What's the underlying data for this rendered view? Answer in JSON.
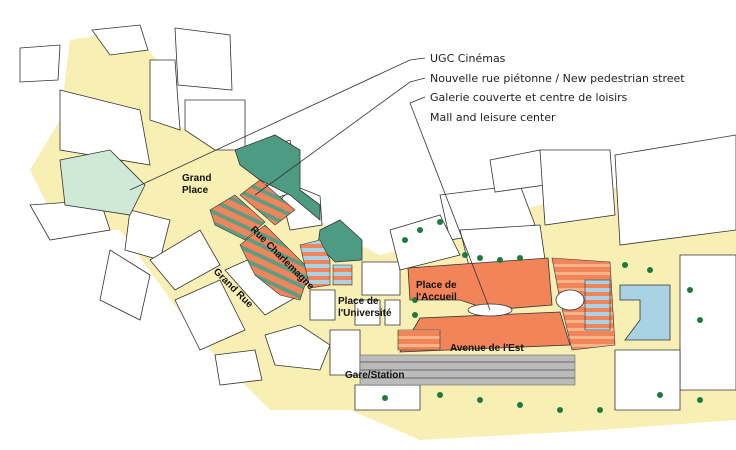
{
  "legend": [
    {
      "label": "UGC Cinémas"
    },
    {
      "label": "Nouvelle rue piétonne / New pedestrian street"
    },
    {
      "label": "Galerie couverte et centre de loisirs"
    },
    {
      "label": "Mall and leisure center"
    }
  ],
  "places": {
    "grand_place_1": "Grand",
    "grand_place_2": "Place",
    "rue_charlemagne": "Rue Charlemagne",
    "grand_rue": "Grand Rue",
    "place_universite_1": "Place de",
    "place_universite_2": "l'Université",
    "place_accueil_1": "Place de",
    "place_accueil_2": "l'Accueil",
    "avenue_est": "Avenue de l'Est",
    "gare": "Gare/Station"
  },
  "colors": {
    "pedestrian": "#f8efb4",
    "cinema": "#4e9b83",
    "mall": "#f2845a",
    "light_green": "#cfe9d6",
    "light_blue": "#a9d3e4",
    "trees": "#1f7a3a"
  }
}
